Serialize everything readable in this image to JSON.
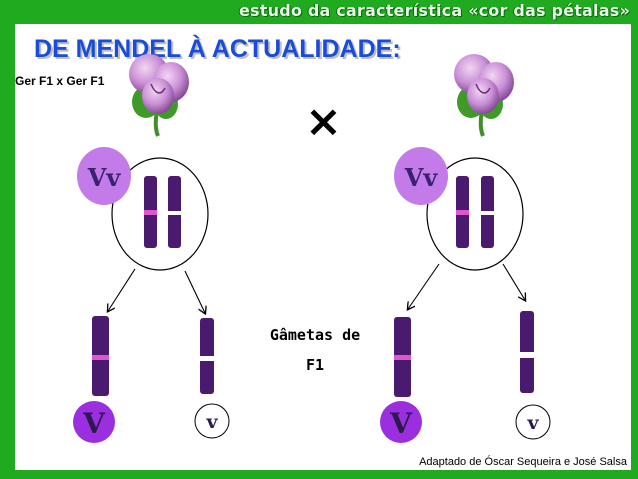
{
  "header": {
    "subtitle": "estudo da característica «cor das pétalas»"
  },
  "slide": {
    "title": "DE MENDEL À ACTUALIDADE:",
    "cross_label": "Ger F1 x Ger F1",
    "cross_symbol": "×",
    "gametes_label_line1": "Gâmetas de",
    "gametes_label_line2": "F1",
    "credit": "Adaptado de Óscar Sequeira e José Salsa"
  },
  "parents": [
    {
      "genotype": "Vv",
      "gamete_dominant": "V",
      "gamete_recessive": "v"
    },
    {
      "genotype": "Vv",
      "gamete_dominant": "V",
      "gamete_recessive": "v"
    }
  ],
  "colors": {
    "frame_green": "#1faa1f",
    "title_blue": "#1a4dd6",
    "chromosome": "#4a1a6e",
    "allele_band": "#e055d0",
    "bubble_light": "#c27be8",
    "bubble_dark": "#9b2fe0",
    "genotype_text": "#3a2270"
  }
}
